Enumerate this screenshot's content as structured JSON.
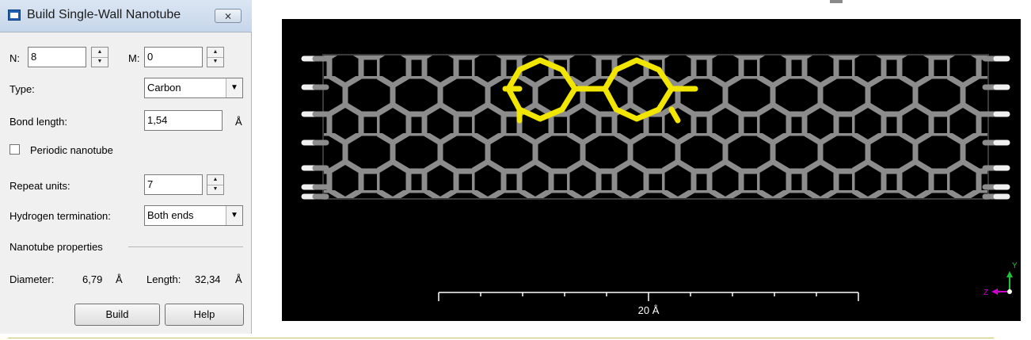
{
  "dialog": {
    "title": "Build Single-Wall Nanotube",
    "close_glyph": "⨯",
    "n_label": "N:",
    "n_value": "8",
    "m_label": "M:",
    "m_value": "0",
    "type_label": "Type:",
    "type_value": "Carbon",
    "bond_length_label": "Bond length:",
    "bond_length_value": "1,54",
    "bond_length_unit": "Å",
    "periodic_label": "Periodic nanotube",
    "repeat_label": "Repeat units:",
    "repeat_value": "7",
    "hydrogen_label": "Hydrogen termination:",
    "hydrogen_value": "Both ends",
    "properties_header": "Nanotube properties",
    "diameter_label": "Diameter:",
    "diameter_value": "6,79",
    "diameter_unit": "Å",
    "length_label": "Length:",
    "length_value": "32,34",
    "length_unit": "Å",
    "build_label": "Build",
    "help_label": "Help"
  },
  "viewer": {
    "scale_label": "20 Å",
    "axis_y": "Y",
    "axis_z": "Z",
    "colors": {
      "background": "#000000",
      "carbon": "#8c8c8c",
      "hydrogen": "#f0f0f0",
      "highlight": "#f2e600",
      "axis_y": "#21c03a",
      "axis_z": "#d000d0"
    }
  }
}
